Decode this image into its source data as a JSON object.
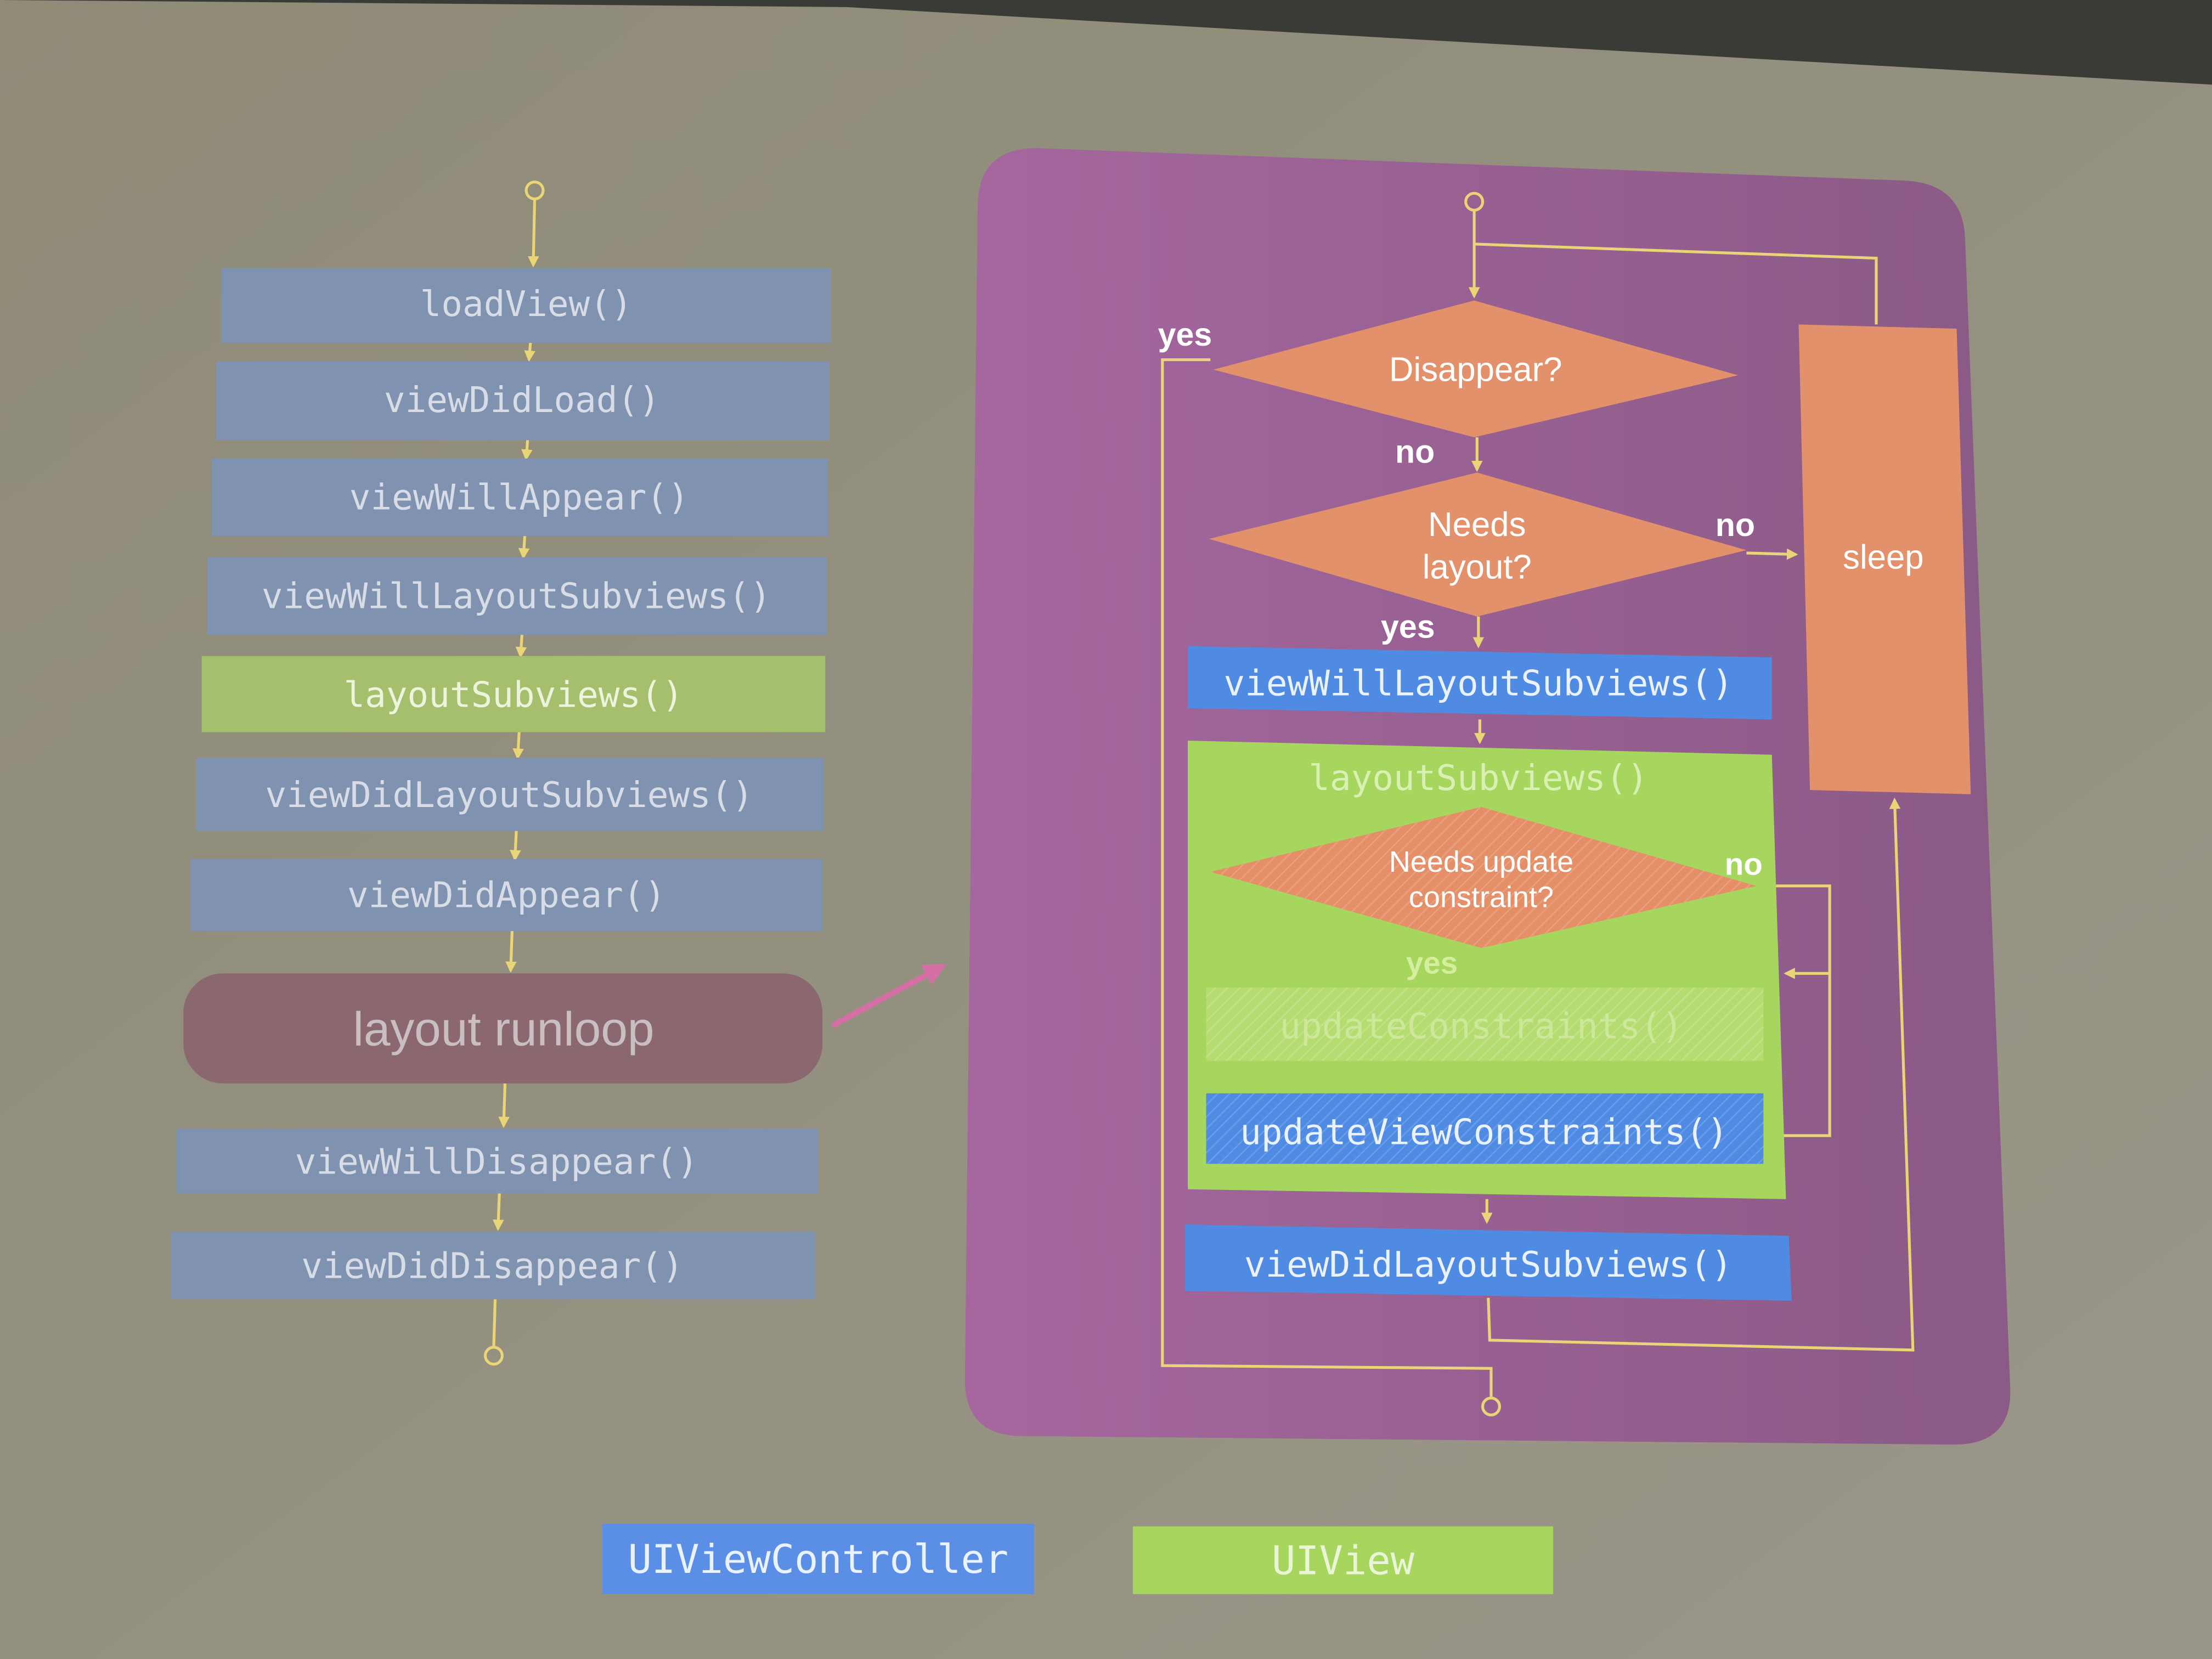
{
  "left_flow": {
    "items": [
      {
        "label": "loadView()",
        "kind": "controller"
      },
      {
        "label": "viewDidLoad()",
        "kind": "controller"
      },
      {
        "label": "viewWillAppear()",
        "kind": "controller"
      },
      {
        "label": "viewWillLayoutSubviews()",
        "kind": "controller"
      },
      {
        "label": "layoutSubviews()",
        "kind": "view"
      },
      {
        "label": "viewDidLayoutSubviews()",
        "kind": "controller"
      },
      {
        "label": "viewDidAppear()",
        "kind": "controller"
      },
      {
        "label": "layout runloop",
        "kind": "runloop"
      },
      {
        "label": "viewWillDisappear()",
        "kind": "controller"
      },
      {
        "label": "viewDidDisappear()",
        "kind": "controller"
      }
    ]
  },
  "runloop": {
    "disappear": "Disappear?",
    "needs_layout": [
      "Needs",
      "layout?"
    ],
    "sleep": "sleep",
    "view_will_layout": "viewWillLayoutSubviews()",
    "layout_subviews": "layoutSubviews()",
    "needs_update": [
      "Needs update",
      "constraint?"
    ],
    "update_constraints": "updateConstraints()",
    "update_view_constraints": "updateViewConstraints()",
    "view_did_layout": "viewDidLayoutSubviews()",
    "yes": "yes",
    "no": "no"
  },
  "legend": {
    "controller": "UIViewController",
    "view": "UIView"
  },
  "colors": {
    "background": "#8c8878",
    "controller_faded": "#7f92b0",
    "view_faded": "#a5bf6c",
    "runloop_box": "#8b6870",
    "panel": "#8d5a8a",
    "decision": "#e3916a",
    "controller": "#4f8be3",
    "view": "#a6d65e",
    "line": "#e9d577",
    "pointer": "#d66fa6"
  }
}
